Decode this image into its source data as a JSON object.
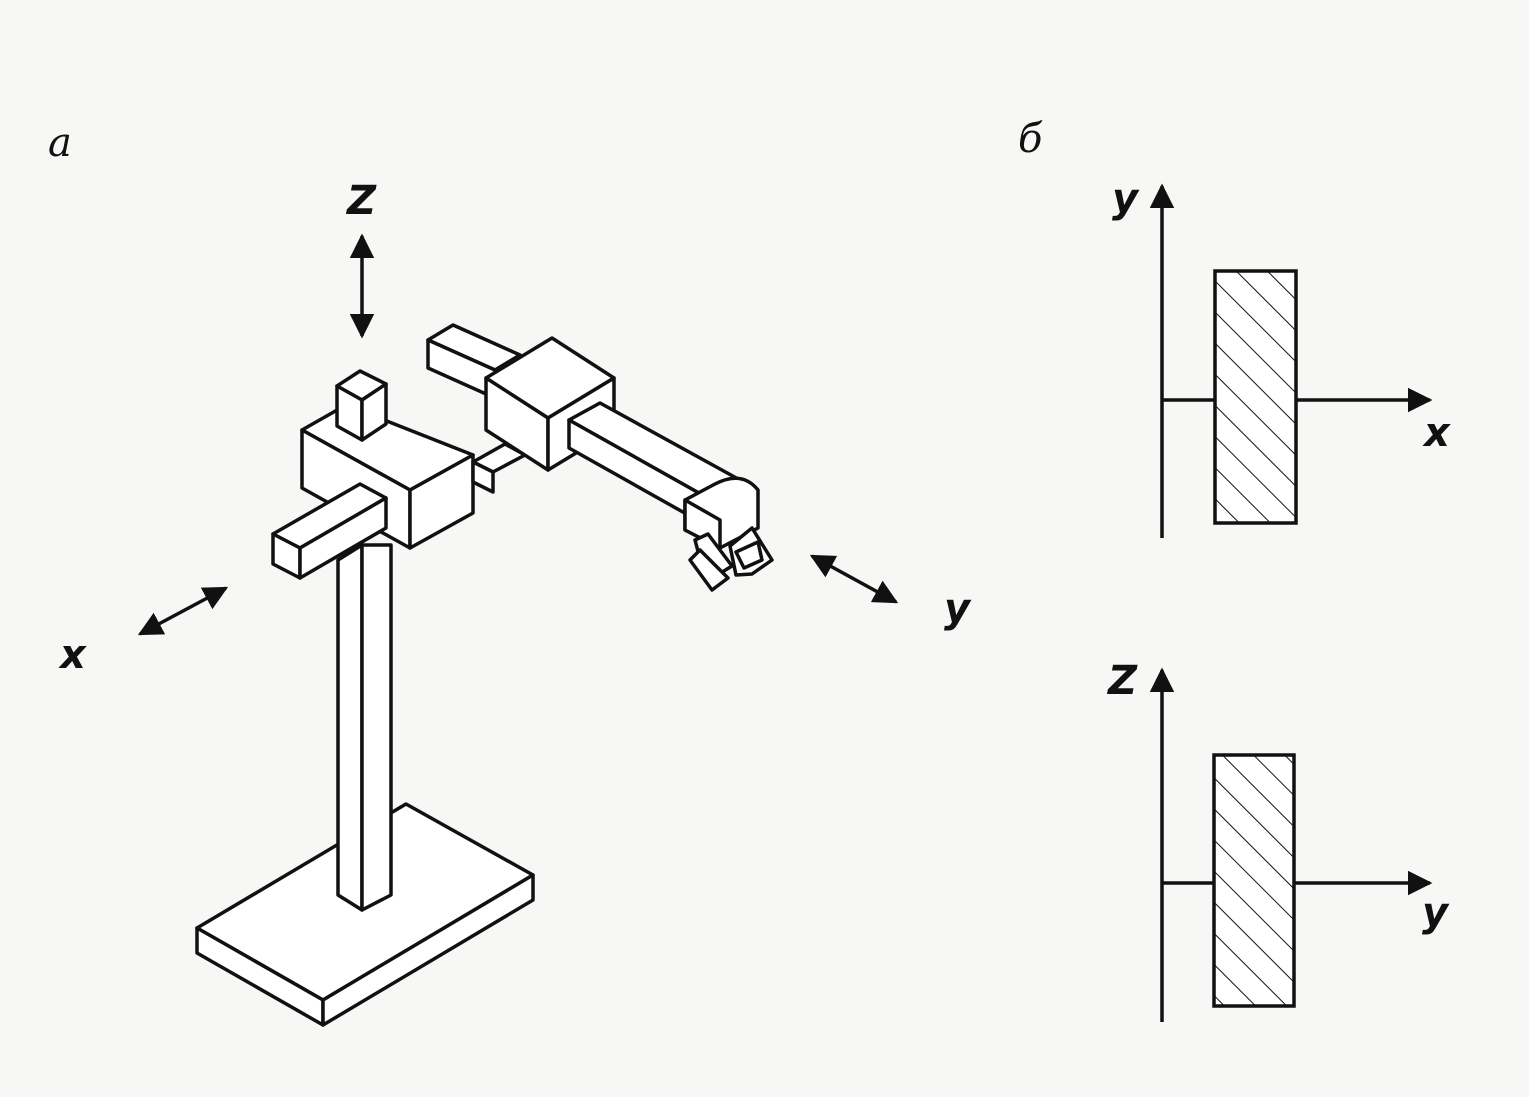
{
  "panel_a": {
    "label": "а",
    "axis_labels": {
      "z": "Z",
      "x": "x",
      "y": "y"
    }
  },
  "panel_b": {
    "label": "б",
    "top_view": {
      "vertical_axis": "y",
      "horizontal_axis": "x"
    },
    "side_view": {
      "vertical_axis": "Z",
      "horizontal_axis": "y"
    }
  }
}
